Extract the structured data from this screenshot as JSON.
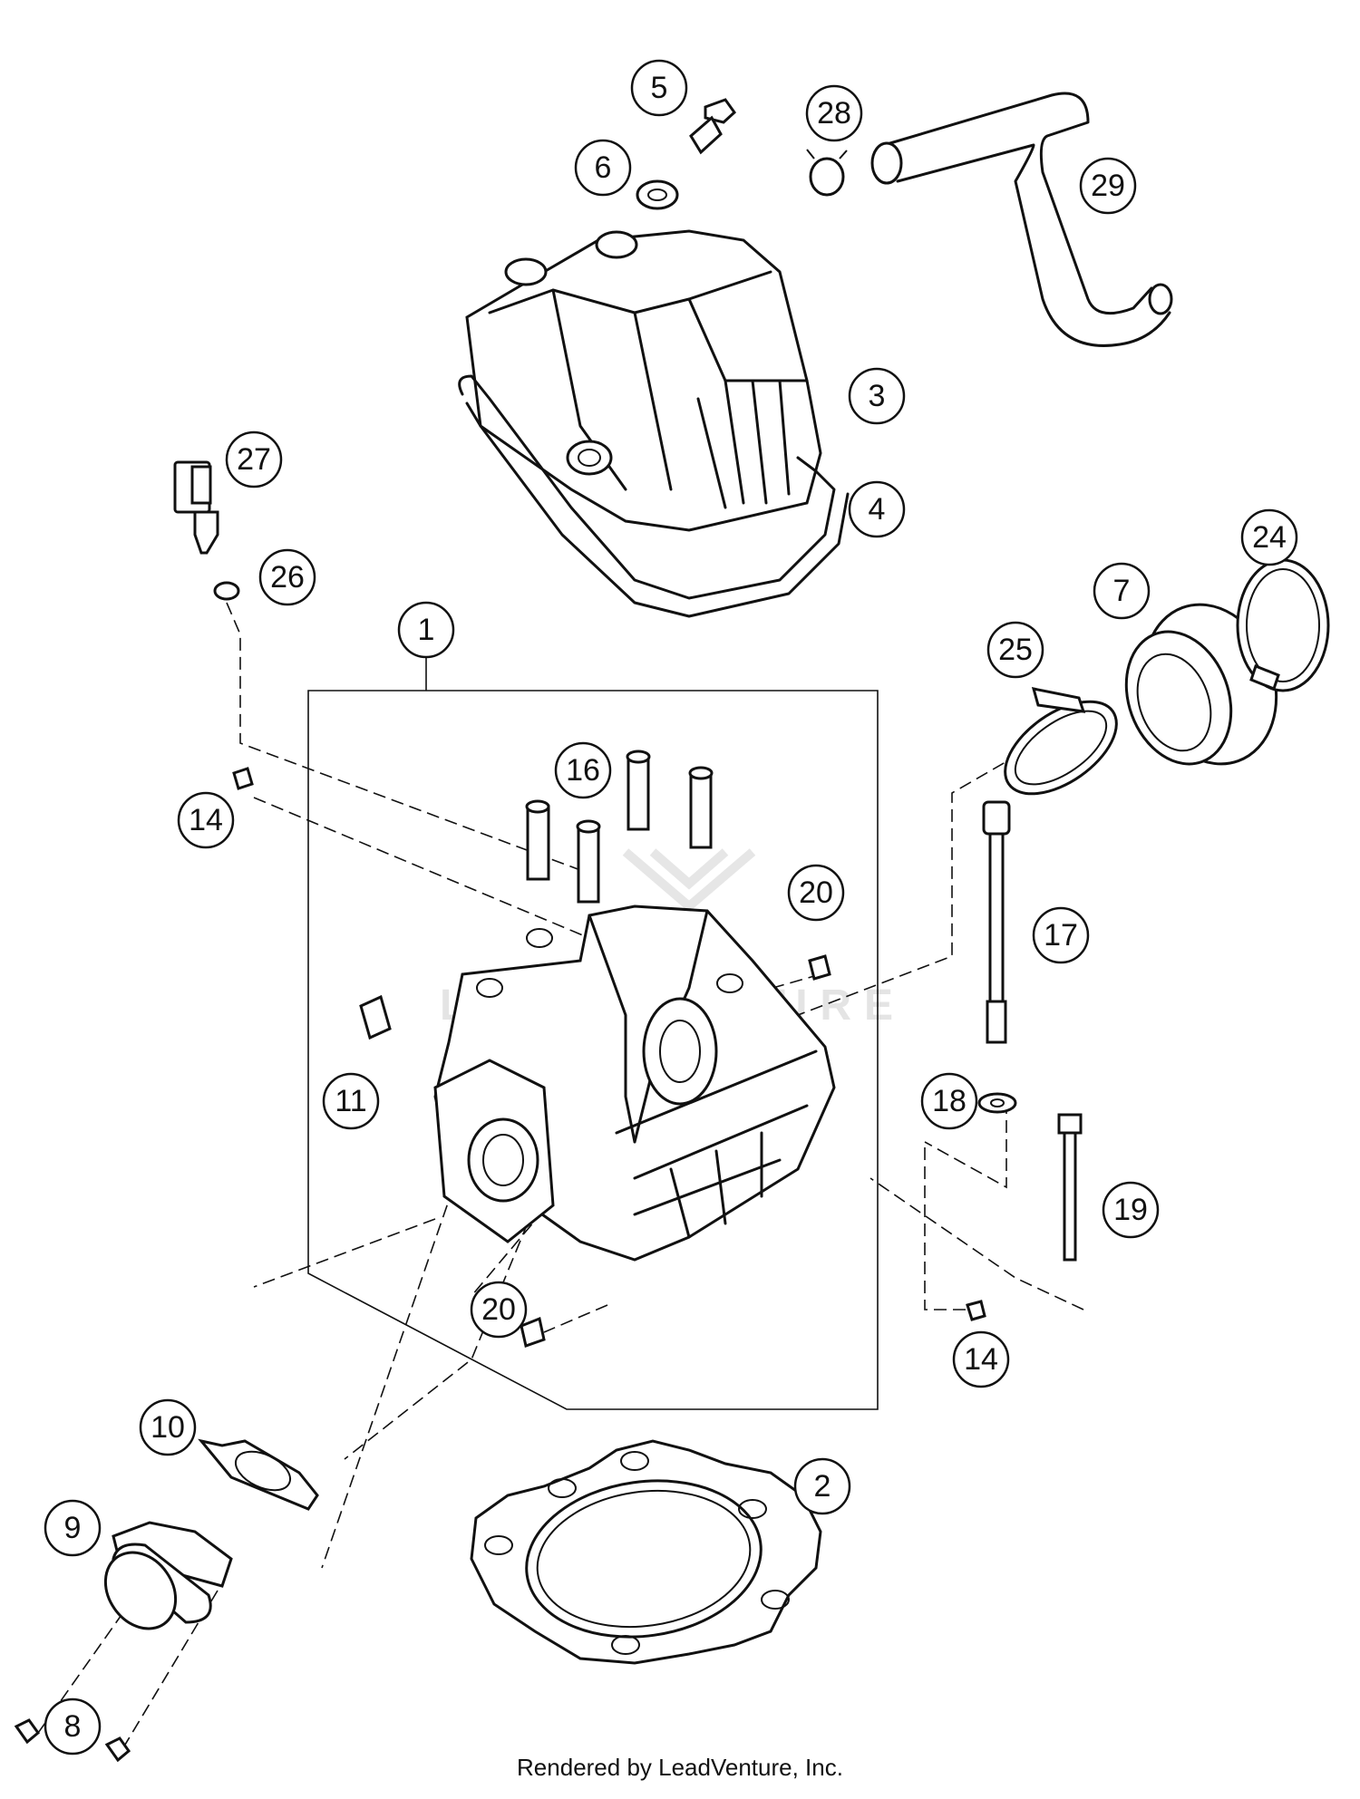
{
  "callouts": [
    {
      "id": "c1",
      "label": "1"
    },
    {
      "id": "c2",
      "label": "2"
    },
    {
      "id": "c3",
      "label": "3"
    },
    {
      "id": "c4",
      "label": "4"
    },
    {
      "id": "c5",
      "label": "5"
    },
    {
      "id": "c6",
      "label": "6"
    },
    {
      "id": "c7",
      "label": "7"
    },
    {
      "id": "c8",
      "label": "8"
    },
    {
      "id": "c9",
      "label": "9"
    },
    {
      "id": "c10",
      "label": "10"
    },
    {
      "id": "c11",
      "label": "11"
    },
    {
      "id": "c14a",
      "label": "14"
    },
    {
      "id": "c14b",
      "label": "14"
    },
    {
      "id": "c16",
      "label": "16"
    },
    {
      "id": "c17",
      "label": "17"
    },
    {
      "id": "c18",
      "label": "18"
    },
    {
      "id": "c19",
      "label": "19"
    },
    {
      "id": "c20a",
      "label": "20"
    },
    {
      "id": "c20b",
      "label": "20"
    },
    {
      "id": "c24",
      "label": "24"
    },
    {
      "id": "c25",
      "label": "25"
    },
    {
      "id": "c26",
      "label": "26"
    },
    {
      "id": "c27",
      "label": "27"
    },
    {
      "id": "c28",
      "label": "28"
    },
    {
      "id": "c29",
      "label": "29"
    }
  ],
  "watermark": "LEADVENTURE",
  "footer": "Rendered by LeadVenture, Inc."
}
